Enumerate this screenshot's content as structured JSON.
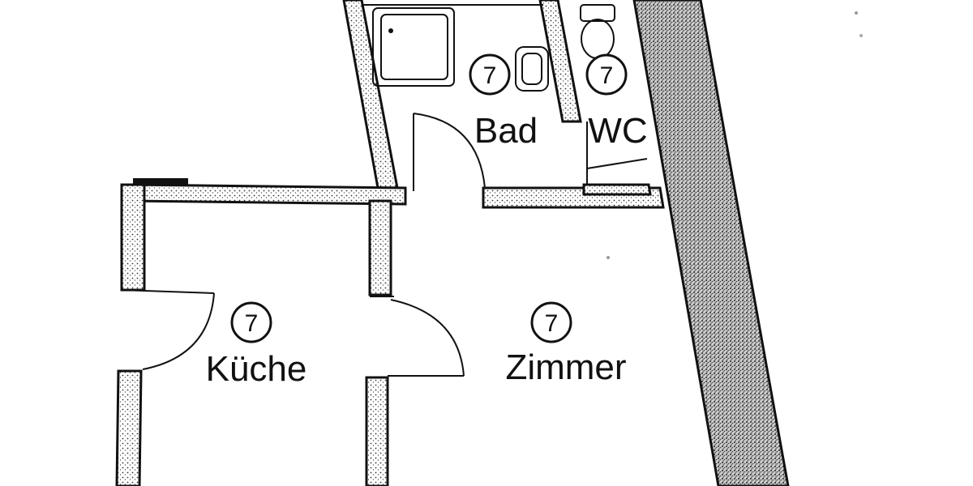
{
  "rooms": {
    "bad": {
      "label": "Bad",
      "number": "7"
    },
    "wc": {
      "label": "WC",
      "number": "7"
    },
    "kueche": {
      "label": "Küche",
      "number": "7"
    },
    "zimmer": {
      "label": "Zimmer",
      "number": "7"
    }
  },
  "colors": {
    "line": "#111111",
    "background": "#ffffff",
    "wall_texture": "#555555"
  }
}
